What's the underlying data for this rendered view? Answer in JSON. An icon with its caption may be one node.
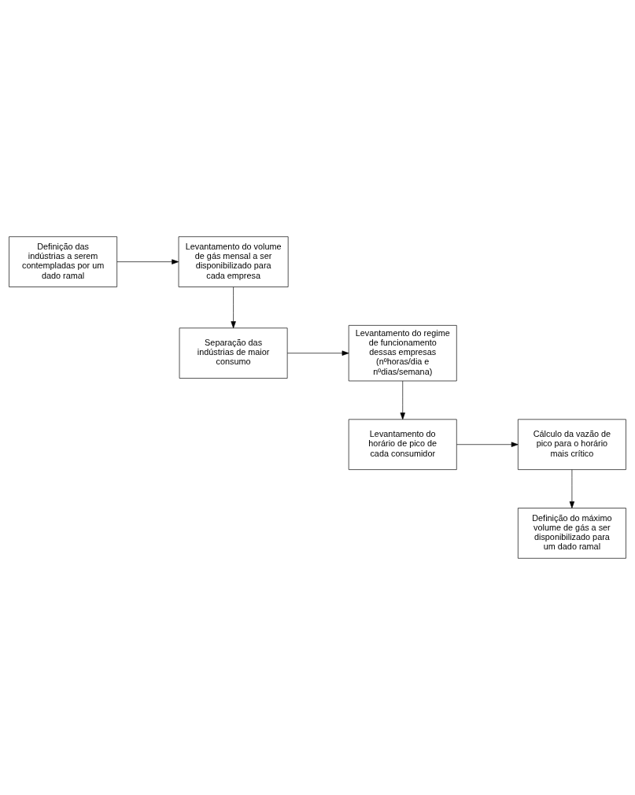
{
  "diagram": {
    "nodes": [
      {
        "text": [
          "Definição das indústrias a serem contempladas por um dado ramal"
        ]
      },
      {
        "text": [
          "Levantamento do volume de gás mensal a ser disponibilizado para cada empresa"
        ]
      },
      {
        "text": [
          "Levantamento do regime de funcionamento dessas empresas (nºhoras/dia e nºdias/semana)"
        ]
      },
      {
        "text": [
          "Separação das indústrias de maior consumo"
        ]
      },
      {
        "text": [
          "Levantamento do horário de pico de cada consumidor"
        ]
      },
      {
        "text": [
          "Cálculo da vazão de pico para o horário mais crítico"
        ]
      },
      {
        "text": [
          "Definição do máximo volume de gás a ser disponibilizado para um dado ramal"
        ]
      }
    ],
    "edges": [
      {
        "from": 0,
        "to": 1,
        "arrow": "to"
      },
      {
        "from": 1,
        "to": 3,
        "arrow": "to"
      },
      {
        "from": 3,
        "to": 2,
        "arrow": "to"
      },
      {
        "from": 2,
        "to": 4,
        "arrow": "to"
      },
      {
        "from": 4,
        "to": 5,
        "arrow": "to"
      },
      {
        "from": 5,
        "to": 6,
        "arrow": "to"
      }
    ]
  }
}
